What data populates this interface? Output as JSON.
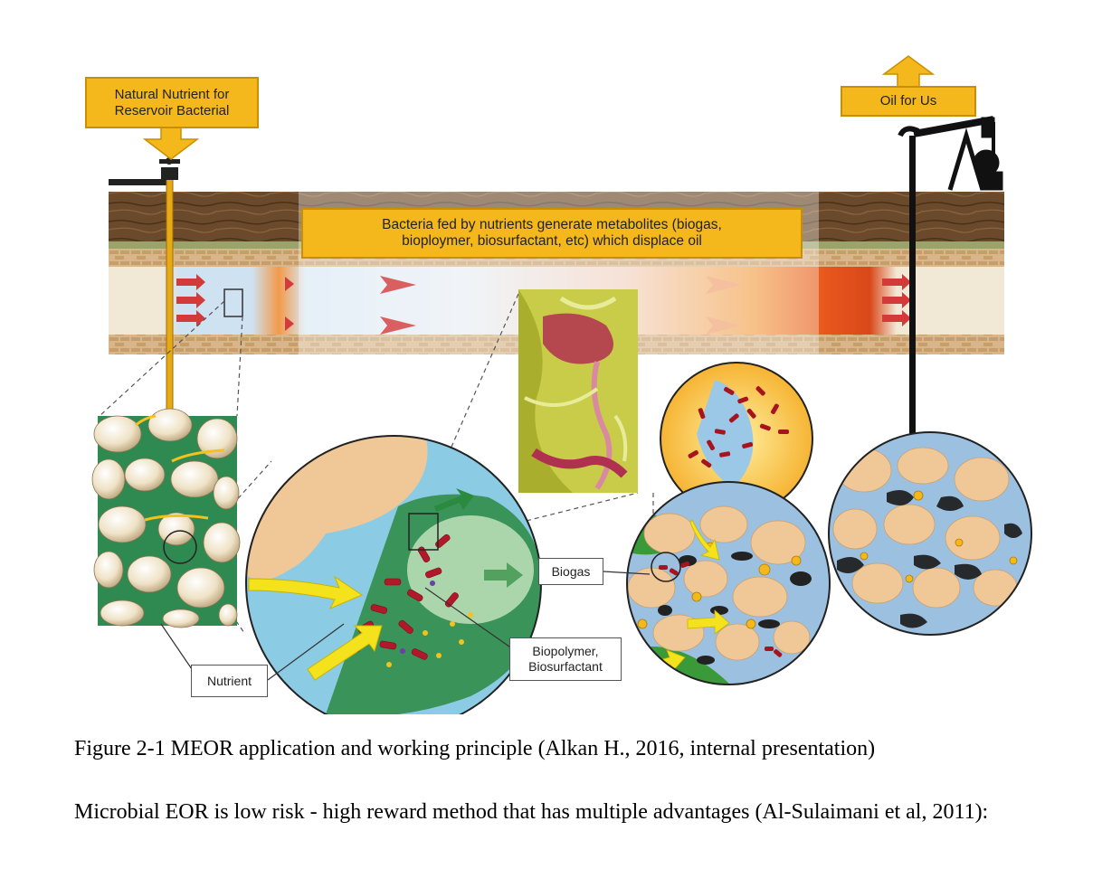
{
  "diagram": {
    "nutrient_callout": "Natural Nutrient for\nReservoir Bacterial",
    "oil_callout": "Oil for Us",
    "banner": "Bacteria fed by nutrients generate metabolites (biogas,\nbioploymer, biosurfactant, etc) which displace oil",
    "labels": {
      "nutrient": "Nutrient",
      "biogas": "Biogas",
      "biopolymer": "Biopolymer,\nBiosurfactant"
    },
    "colors": {
      "callout": "#f4b81c",
      "soil": "#6b4a2b",
      "water": "#cfe2f2",
      "oil": "#e8571c",
      "bacteria": "#b1182a",
      "sand": "#f0c898"
    }
  },
  "caption": "Figure 2-1 MEOR application and working principle (Alkan H., 2016, internal presentation)",
  "body_text": "Microbial EOR is low risk - high reward method that has multiple advantages (Al-Sulaimani et al, 2011):"
}
